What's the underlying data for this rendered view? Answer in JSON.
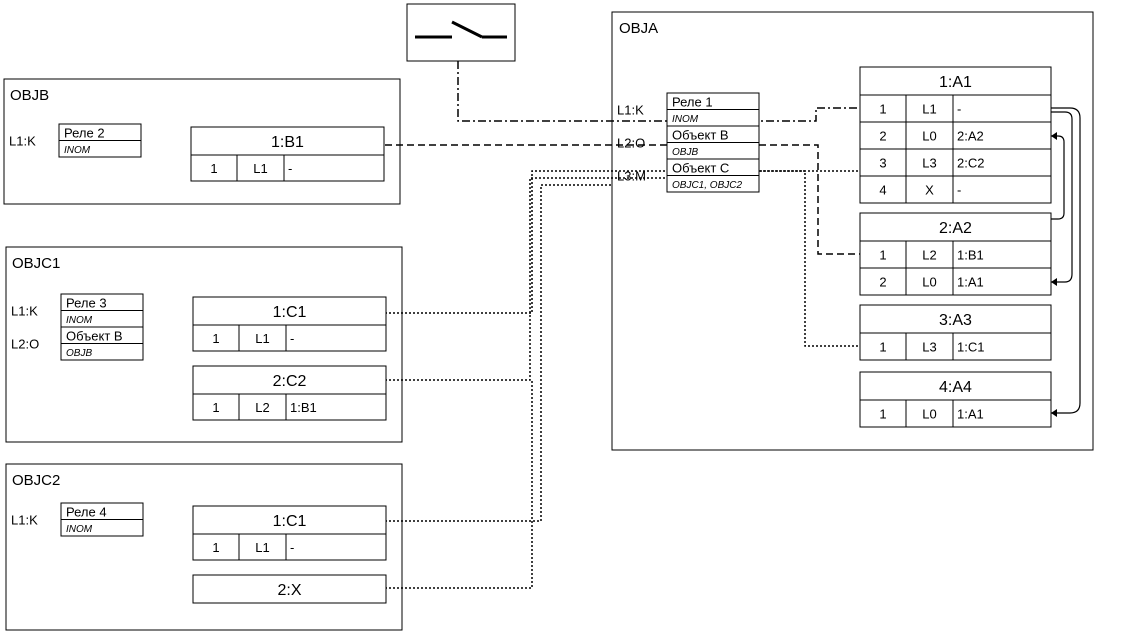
{
  "switch_symbol": {
    "icon": "switch-icon"
  },
  "objects": {
    "OBJA": {
      "title": "OBJA",
      "params": [
        {
          "key": "L1:K",
          "name": "Реле 1",
          "sub": "INOM"
        },
        {
          "key": "L2:O",
          "name": "Объект B",
          "sub": "OBJB"
        },
        {
          "key": "L3:M",
          "name": "Объект C",
          "sub": "OBJC1, OBJC2"
        }
      ],
      "blocks": [
        {
          "title": "1:A1",
          "rows": [
            [
              "1",
              "L1",
              "-"
            ],
            [
              "2",
              "L0",
              "2:A2"
            ],
            [
              "3",
              "L3",
              "2:C2"
            ],
            [
              "4",
              "X",
              "-"
            ]
          ]
        },
        {
          "title": "2:A2",
          "rows": [
            [
              "1",
              "L2",
              "1:B1"
            ],
            [
              "2",
              "L0",
              "1:A1"
            ]
          ]
        },
        {
          "title": "3:A3",
          "rows": [
            [
              "1",
              "L3",
              "1:C1"
            ]
          ]
        },
        {
          "title": "4:A4",
          "rows": [
            [
              "1",
              "L0",
              "1:A1"
            ]
          ]
        }
      ]
    },
    "OBJB": {
      "title": "OBJB",
      "params": [
        {
          "key": "L1:K",
          "name": "Реле 2",
          "sub": "INOM"
        }
      ],
      "blocks": [
        {
          "title": "1:B1",
          "rows": [
            [
              "1",
              "L1",
              "-"
            ]
          ]
        }
      ]
    },
    "OBJC1": {
      "title": "OBJC1",
      "params": [
        {
          "key": "L1:K",
          "name": "Реле 3",
          "sub": "INOM"
        },
        {
          "key": "L2:O",
          "name": "Объект B",
          "sub": "OBJB"
        }
      ],
      "blocks": [
        {
          "title": "1:C1",
          "rows": [
            [
              "1",
              "L1",
              "-"
            ]
          ]
        },
        {
          "title": "2:C2",
          "rows": [
            [
              "1",
              "L2",
              "1:B1"
            ]
          ]
        }
      ]
    },
    "OBJC2": {
      "title": "OBJC2",
      "params": [
        {
          "key": "L1:K",
          "name": "Реле 4",
          "sub": "INOM"
        }
      ],
      "blocks": [
        {
          "title": "1:C1",
          "rows": [
            [
              "1",
              "L1",
              "-"
            ]
          ]
        },
        {
          "title": "2:X",
          "rows": []
        }
      ]
    }
  }
}
